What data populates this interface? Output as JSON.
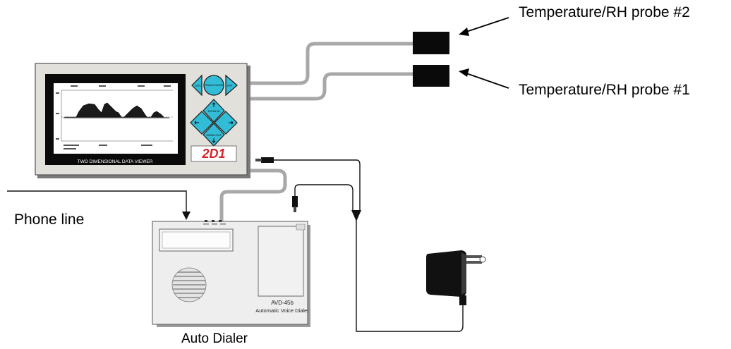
{
  "labels": {
    "probe2": "Temperature/RH probe #2",
    "probe1": "Temperature/RH probe #1",
    "phone_line": "Phone line",
    "auto_dialer": "Auto Dialer"
  },
  "viewer": {
    "screen_caption": "TWO DIMENSIONAL DATA VIEWER",
    "logo": "2D1",
    "buttons": {
      "track": "TRACK MODE",
      "left": "ESC",
      "right": "ENT",
      "zoom_in": "ZOOM IN",
      "zoom_out": "ZOOM OUT"
    }
  },
  "dialer": {
    "model": "AVD-45b",
    "name": "Automatic Voice Dialer"
  },
  "colors": {
    "cable_gray": "#a9a9a9",
    "button_cyan": "#33bcd6",
    "panel_gray": "#e2e0da",
    "logo_red": "#d8232a"
  }
}
